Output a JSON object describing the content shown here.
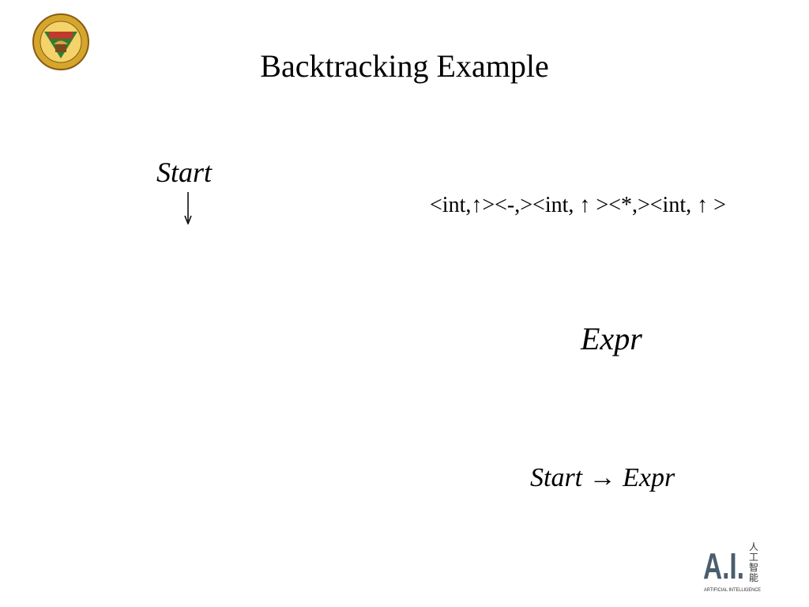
{
  "slide": {
    "title": "Backtracking Example",
    "start_label": "Start",
    "token_stream": "<int,↑><-,><int, ↑ ><*,><int, ↑ >",
    "expr_node": "Expr",
    "production": {
      "lhs": "Start",
      "arrow": " → ",
      "rhs": "Expr"
    },
    "ai_logo": {
      "text": "A.I.",
      "cjk": [
        "人",
        "工",
        "智",
        "能"
      ],
      "caption": "ARTIFICIAL INTELLIGENCE"
    }
  },
  "colors": {
    "seal_gold": "#d4a72c",
    "seal_green": "#2e7d32",
    "seal_brown": "#7a4a1e",
    "logo_slate": "#4a5d6e"
  },
  "icons": [
    "university-seal-icon",
    "down-arrow-icon",
    "ai-logo-icon"
  ]
}
